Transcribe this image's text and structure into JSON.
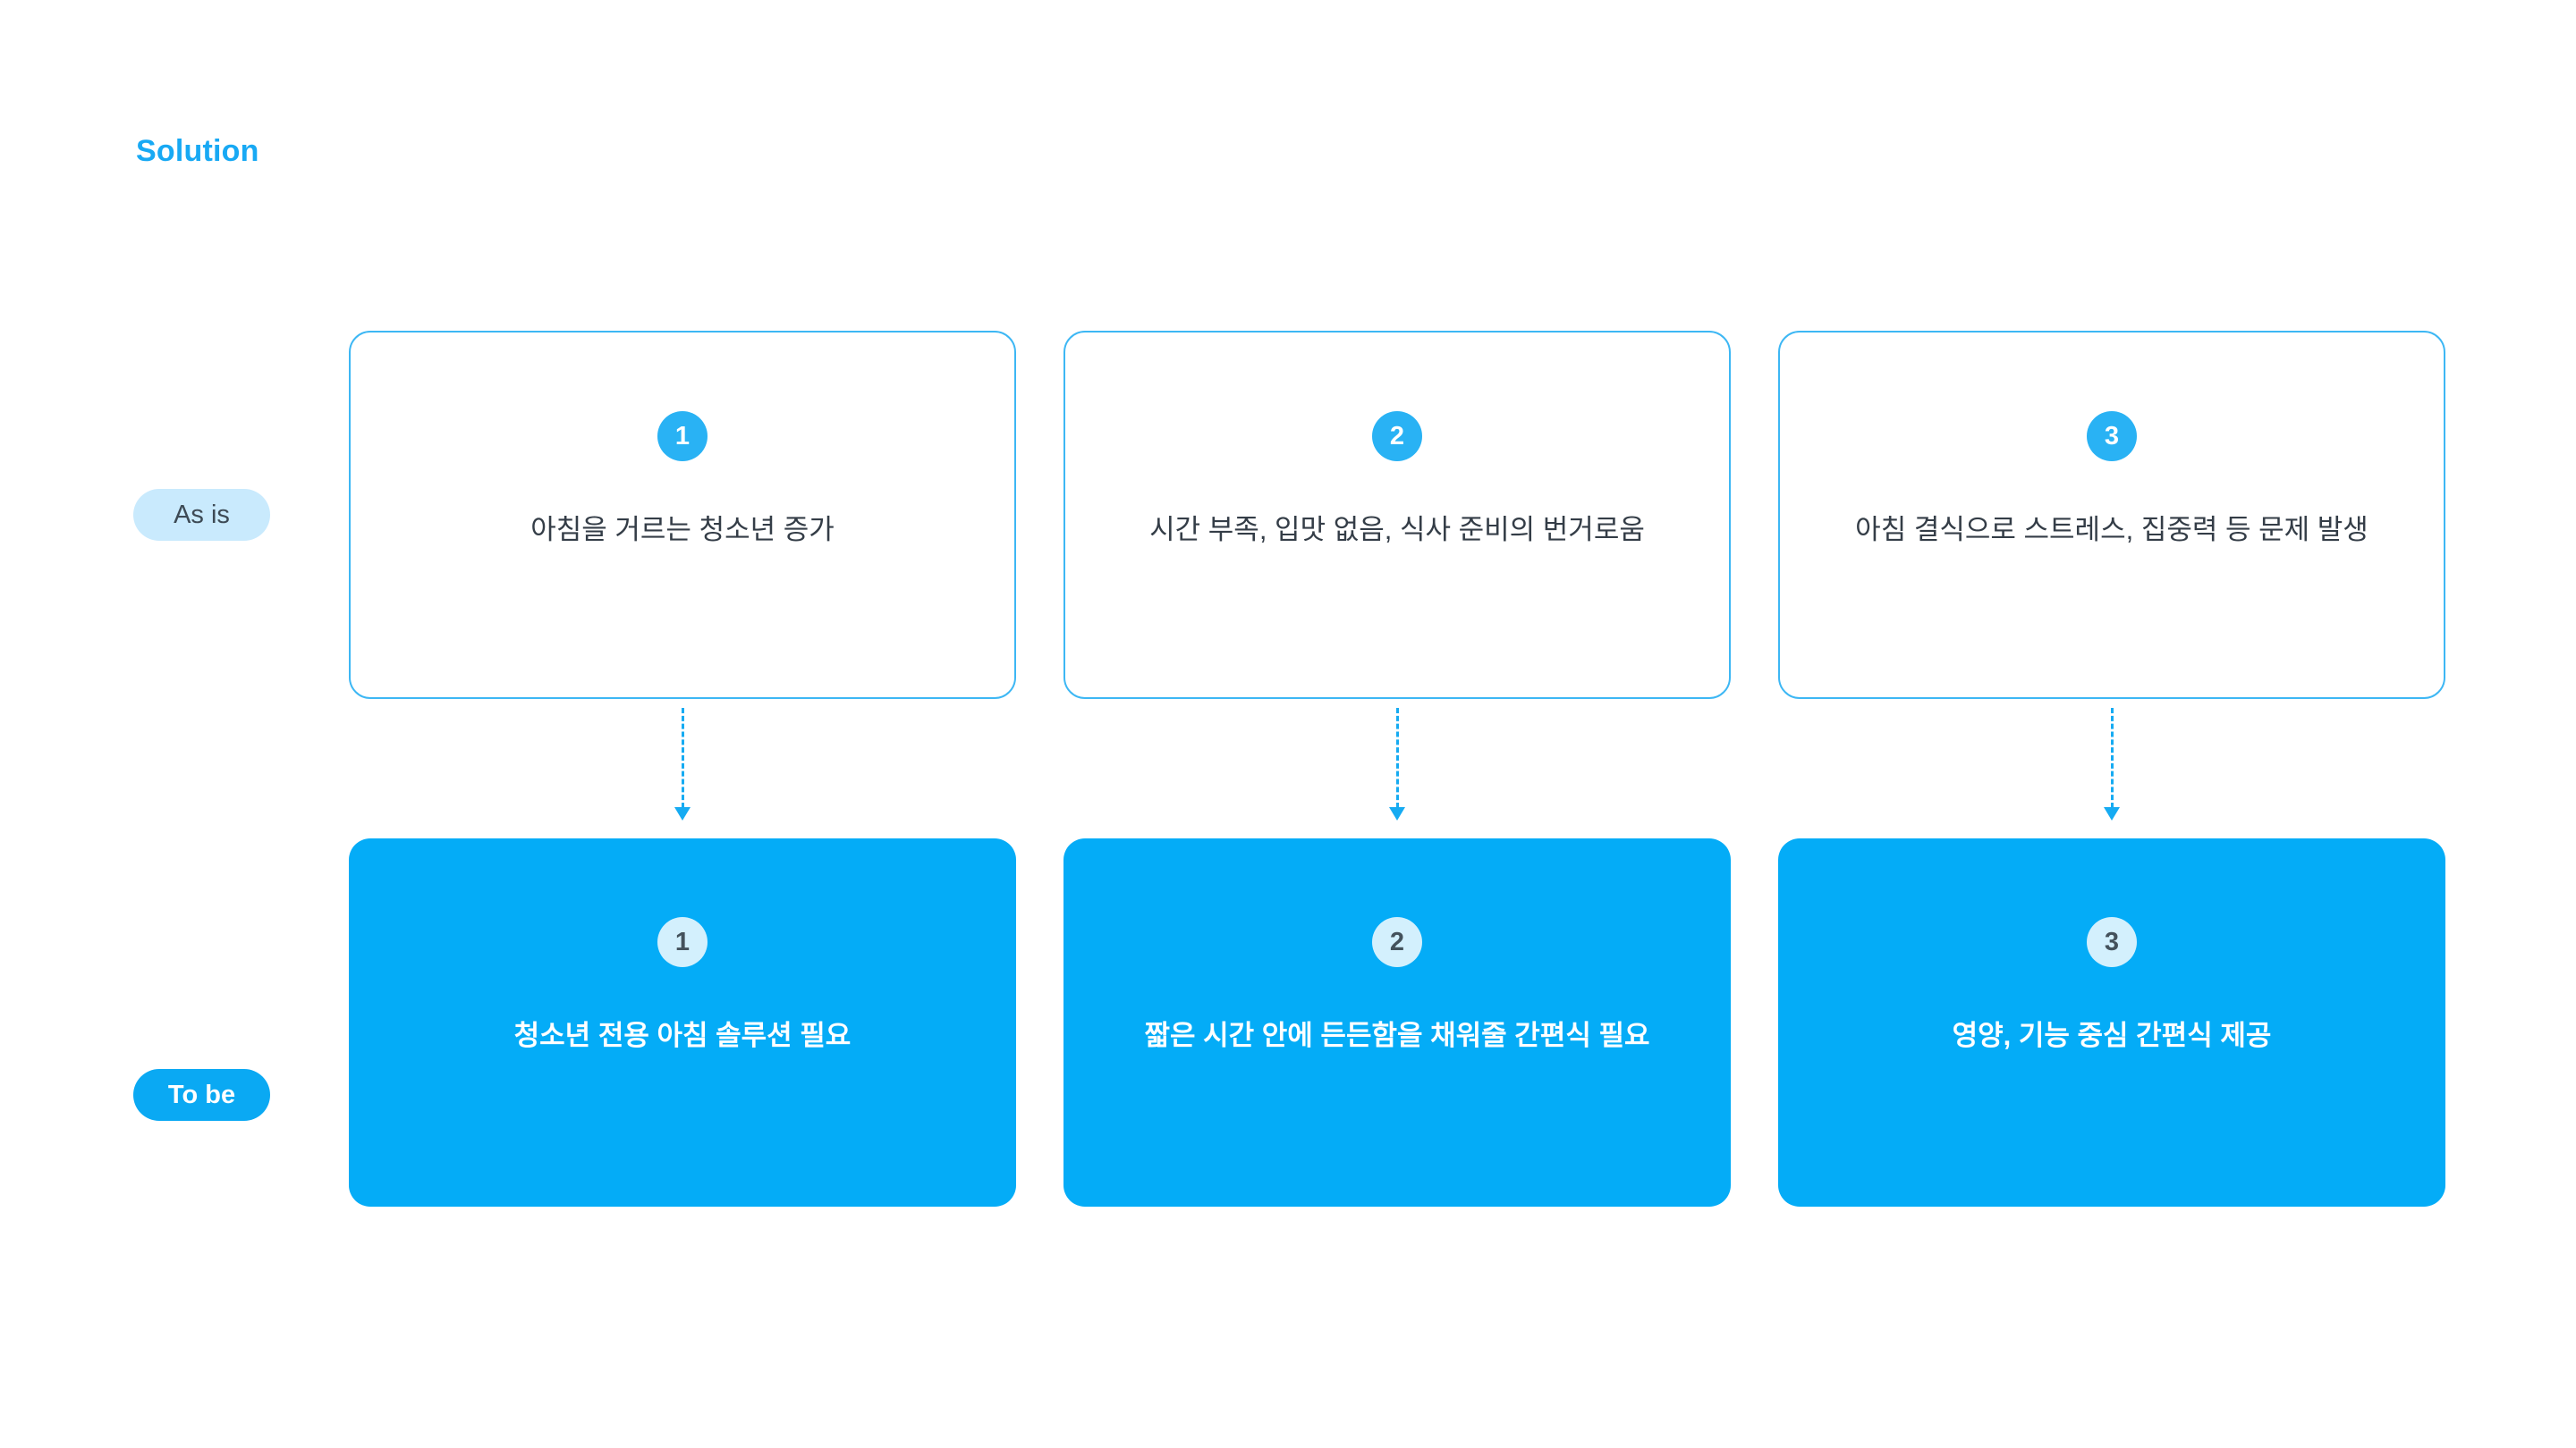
{
  "page": {
    "title": "Solution"
  },
  "colors": {
    "accent_blue": "#18a9f4",
    "card_solid_blue": "#04acf7",
    "card_border_blue": "#3db7f4",
    "light_blue_pill": "#c9eafd",
    "badge_light": "#d3f0fd",
    "dark_text": "#343d47"
  },
  "rows": [
    {
      "label": "As is",
      "cards": [
        {
          "number": "1",
          "text": "아침을 거르는 청소년 증가"
        },
        {
          "number": "2",
          "text": "시간 부족, 입맛 없음, 식사 준비의 번거로움"
        },
        {
          "number": "3",
          "text": "아침 결식으로 스트레스, 집중력 등 문제 발생"
        }
      ]
    },
    {
      "label": "To be",
      "cards": [
        {
          "number": "1",
          "text": "청소년 전용 아침 솔루션 필요"
        },
        {
          "number": "2",
          "text": "짧은 시간 안에 든든함을 채워줄 간편식 필요"
        },
        {
          "number": "3",
          "text": "영양, 기능 중심 간편식 제공"
        }
      ]
    }
  ]
}
